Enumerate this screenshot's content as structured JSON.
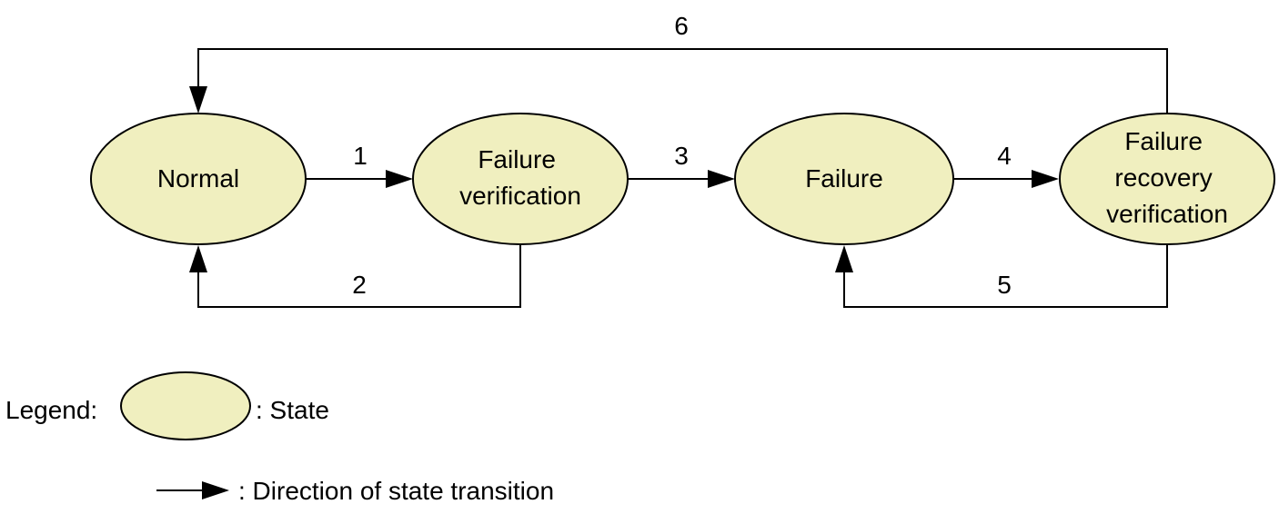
{
  "states": {
    "normal": {
      "lines": [
        "Normal"
      ]
    },
    "failure_verification": {
      "lines": [
        "Failure",
        "verification"
      ]
    },
    "failure": {
      "lines": [
        "Failure"
      ]
    },
    "failure_recovery_verification": {
      "lines": [
        "Failure",
        "recovery",
        "verification"
      ]
    }
  },
  "transitions": {
    "t1": "1",
    "t2": "2",
    "t3": "3",
    "t4": "4",
    "t5": "5",
    "t6": "6"
  },
  "legend": {
    "title": "Legend:",
    "state_label": ": State",
    "arrow_label": ": Direction of state transition"
  },
  "colors": {
    "state_fill": "#f0efbf",
    "stroke": "#000000"
  }
}
